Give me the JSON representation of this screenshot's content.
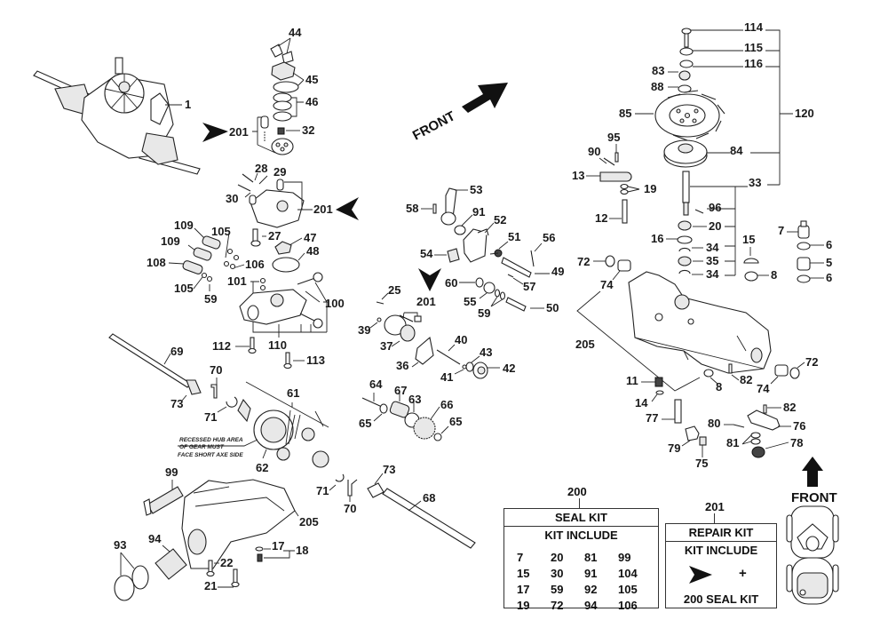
{
  "page": {
    "type": "exploded parts diagram",
    "subject": "hydrostatic transaxle"
  },
  "direction_markers": [
    {
      "id": "front-diagonal",
      "label": "FRONT"
    },
    {
      "id": "front-vertical",
      "label": "FRONT"
    }
  ],
  "annotation": {
    "lines": [
      "RECESSED HUB AREA",
      "OF GEAR MUST",
      "FACE SHORT AXE SIDE"
    ]
  },
  "part_labels": {
    "p1": "1",
    "p44": "44",
    "p45": "45",
    "p46": "46",
    "p32": "32",
    "p201a": "201",
    "p201b": "201",
    "p201c": "201",
    "p28": "28",
    "p29": "29",
    "p30": "30",
    "p27": "27",
    "p47": "47",
    "p48": "48",
    "p109a": "109",
    "p109b": "109",
    "p105a": "105",
    "p105b": "105",
    "p106": "106",
    "p108": "108",
    "p59a": "59",
    "p101": "101",
    "p100": "100",
    "p110": "110",
    "p112": "112",
    "p113": "113",
    "p69": "69",
    "p70a": "70",
    "p73a": "73",
    "p71a": "71",
    "p61": "61",
    "p62": "62",
    "p99": "99",
    "p205a": "205",
    "p94": "94",
    "p93": "93",
    "p22": "22",
    "p21": "21",
    "p17": "17",
    "p18": "18",
    "p53": "53",
    "p58": "58",
    "p91": "91",
    "p52": "52",
    "p51": "51",
    "p54": "54",
    "p56": "56",
    "p49": "49",
    "p57": "57",
    "p60": "60",
    "p55": "55",
    "p59b": "59",
    "p50": "50",
    "p25": "25",
    "p39": "39",
    "p37": "37",
    "p36": "36",
    "p40": "40",
    "p41": "41",
    "p43": "43",
    "p42": "42",
    "p64": "64",
    "p67": "67",
    "p63": "63",
    "p66": "66",
    "p65a": "65",
    "p65b": "65",
    "p71b": "71",
    "p70b": "70",
    "p73b": "73",
    "p68": "68",
    "p114": "114",
    "p115": "115",
    "p116": "116",
    "p83": "83",
    "p88": "88",
    "p85": "85",
    "p84": "84",
    "p120": "120",
    "p33": "33",
    "p95": "95",
    "p90": "90",
    "p13": "13",
    "p19": "19",
    "p12": "12",
    "p96": "96",
    "p20": "20",
    "p16": "16",
    "p34a": "34",
    "p35": "35",
    "p34b": "34",
    "p15": "15",
    "p8a": "8",
    "p7": "7",
    "p6a": "6",
    "p5": "5",
    "p6b": "6",
    "p72a": "72",
    "p74a": "74",
    "p205b": "205",
    "p8b": "8",
    "p82a": "82",
    "p74b": "74",
    "p72b": "72",
    "p11": "11",
    "p14": "14",
    "p77": "77",
    "p79": "79",
    "p75": "75",
    "p80": "80",
    "p82b": "82",
    "p76": "76",
    "p81": "81",
    "p78": "78",
    "p200": "200"
  },
  "seal_kit": {
    "number": "200",
    "title": "SEAL KIT",
    "subtitle": "KIT INCLUDE",
    "items": [
      "7",
      "20",
      "81",
      "99",
      "15",
      "30",
      "91",
      "104",
      "17",
      "59",
      "92",
      "105",
      "19",
      "72",
      "94",
      "106"
    ]
  },
  "repair_kit": {
    "number": "201",
    "title": "REPAIR KIT",
    "subtitle": "KIT INCLUDE",
    "plus": "+",
    "footer": "200 SEAL KIT",
    "icon": "arrowhead-marker-icon"
  },
  "colors": {
    "ink": "#1a1a1a",
    "part_fill": "#ffffff",
    "part_shade": "#e8e8e8",
    "background": "#ffffff"
  }
}
